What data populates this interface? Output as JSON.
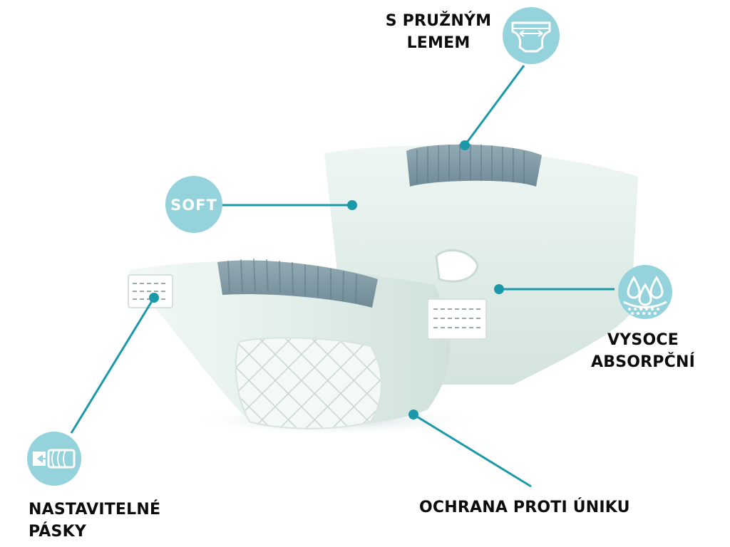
{
  "colors": {
    "accent": "#1b99a8",
    "badge_fill": "#94d2dc",
    "icon_white": "#ffffff",
    "text": "#0c0c0c",
    "product_body": "#e6f0ec",
    "waistband": "#7e98a3"
  },
  "icons": {
    "elastic": "elastic-waist-icon",
    "soft": "soft-badge",
    "absorbent": "water-drops-icon",
    "tapes": "adjustable-tape-icon"
  },
  "features": {
    "elastic_waist": {
      "line1": "S PRUŽNÝM",
      "line2": "LEMEM"
    },
    "soft": {
      "badge_text": "SOFT"
    },
    "absorbent": {
      "line1": "VYSOCE",
      "line2": "ABSORPČNÍ"
    },
    "tapes": {
      "line1": "NASTAVITELNÉ",
      "line2": "PÁSKY"
    },
    "leak_protection": {
      "text": "OCHRANA PROTI ÚNIKU"
    }
  }
}
